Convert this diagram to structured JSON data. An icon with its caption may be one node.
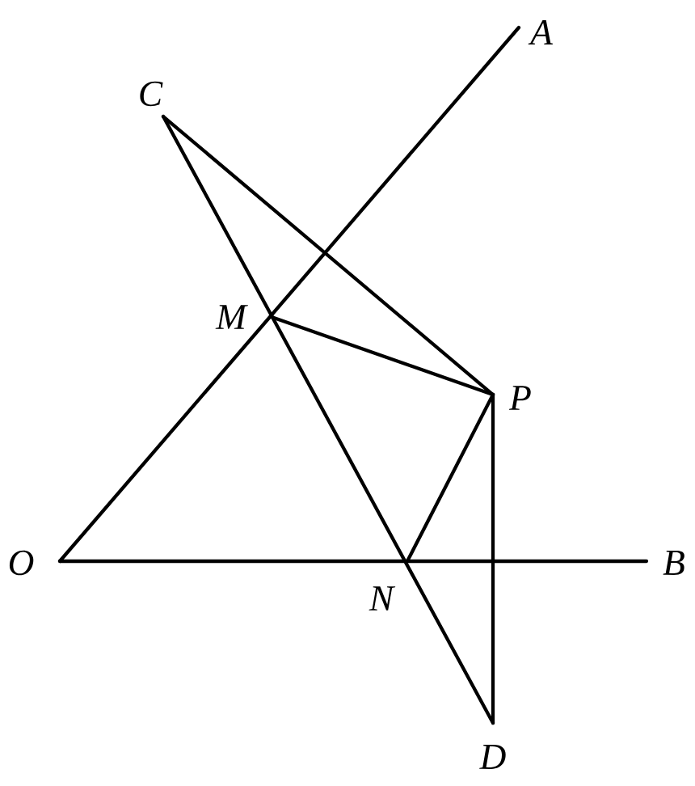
{
  "diagram": {
    "nodes": [
      {
        "text": [
          "A"
        ]
      },
      {
        "text": [
          "C"
        ]
      },
      {
        "text": [
          "M"
        ]
      },
      {
        "text": [
          "P"
        ]
      },
      {
        "text": [
          "O"
        ]
      },
      {
        "text": [
          "N"
        ]
      },
      {
        "text": [
          "B"
        ]
      },
      {
        "text": [
          "D"
        ]
      }
    ],
    "edges": [
      {
        "from": 4,
        "to": 0,
        "arrow": "none"
      },
      {
        "from": 4,
        "to": 6,
        "arrow": "none"
      },
      {
        "from": 1,
        "to": 7,
        "arrow": "none"
      },
      {
        "from": 1,
        "to": 3,
        "arrow": "none"
      },
      {
        "from": 2,
        "to": 3,
        "arrow": "none"
      },
      {
        "from": 5,
        "to": 3,
        "arrow": "none"
      },
      {
        "from": 3,
        "to": 7,
        "arrow": "none"
      }
    ]
  }
}
